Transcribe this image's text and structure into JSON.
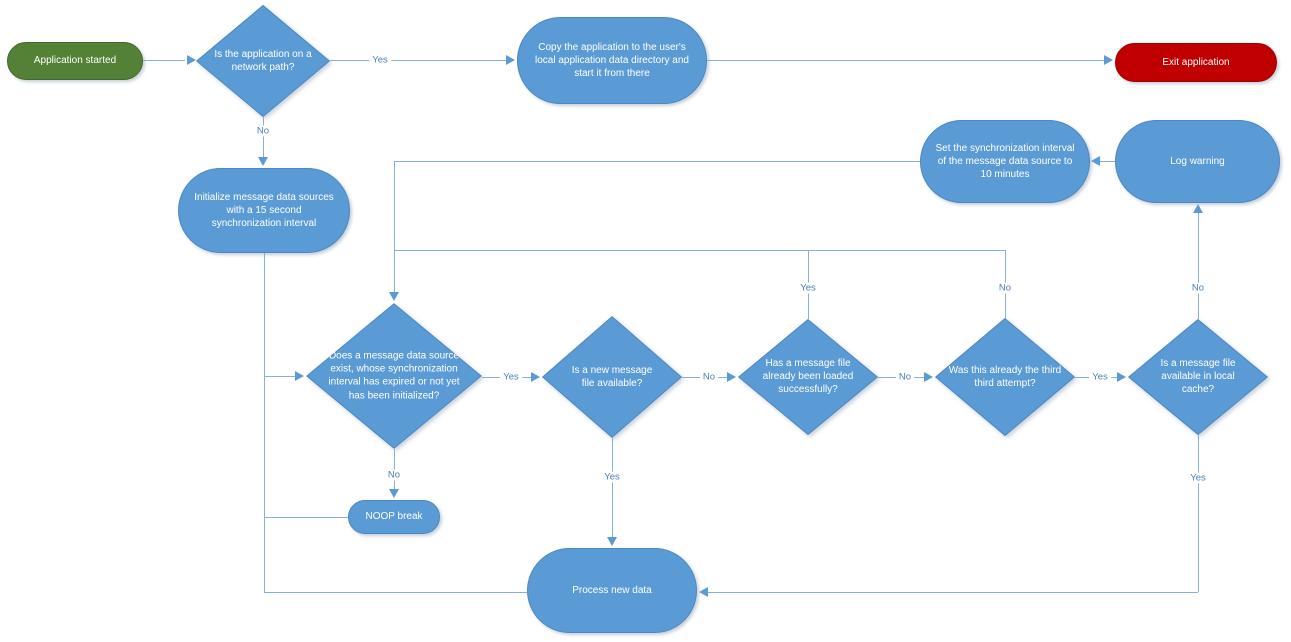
{
  "diagram_type": "flowchart",
  "nodes": {
    "start": {
      "label": "Application started",
      "shape": "terminator",
      "color": "green"
    },
    "network_check": {
      "label": "Is the application on a network path?",
      "shape": "decision",
      "color": "blue"
    },
    "copy_app": {
      "label": "Copy the application to the user's local application data directory and start it from there",
      "shape": "process",
      "color": "blue"
    },
    "exit_app": {
      "label": "Exit application",
      "shape": "terminator",
      "color": "red"
    },
    "init_sources": {
      "label": "Initialize message data sources with a 15 second synchronization interval",
      "shape": "process",
      "color": "blue"
    },
    "set_sync": {
      "label": "Set the synchronization interval of the message data source to 10 minutes",
      "shape": "process",
      "color": "blue"
    },
    "log_warning": {
      "label": "Log warning",
      "shape": "process",
      "color": "blue"
    },
    "source_exists": {
      "label": "Does a message data source exist, whose synchronization interval has expired or not yet has been initialized?",
      "shape": "decision",
      "color": "blue"
    },
    "new_file": {
      "label": "Is a new message file available?",
      "shape": "decision",
      "color": "blue"
    },
    "already_loaded": {
      "label": "Has a message file already been loaded successfully?",
      "shape": "decision",
      "color": "blue"
    },
    "third_attempt": {
      "label": "Was this already the third third attempt?",
      "shape": "decision",
      "color": "blue"
    },
    "local_cache": {
      "label": "Is a message file available in local cache?",
      "shape": "decision",
      "color": "blue"
    },
    "noop": {
      "label": "NOOP break",
      "shape": "process",
      "color": "blue"
    },
    "process_data": {
      "label": "Process new data",
      "shape": "process",
      "color": "blue"
    }
  },
  "edges": {
    "network_yes": "Yes",
    "network_no": "No",
    "source_yes": "Yes",
    "source_no": "No",
    "newfile_yes": "Yes",
    "newfile_no": "No",
    "loaded_yes": "Yes",
    "loaded_no": "No",
    "third_yes": "Yes",
    "third_no": "No",
    "cache_yes": "Yes",
    "cache_no": "No"
  },
  "colors": {
    "node_blue": "#5B9BD5",
    "node_stroke": "#4D87C2",
    "node_green": "#538135",
    "node_red": "#C00000",
    "connector": "#85AFDD",
    "arrow": "#5B9BD5",
    "label_text": "#4A7EBB",
    "node_text": "#FFFFFF",
    "bg": "#FFFFFF"
  }
}
